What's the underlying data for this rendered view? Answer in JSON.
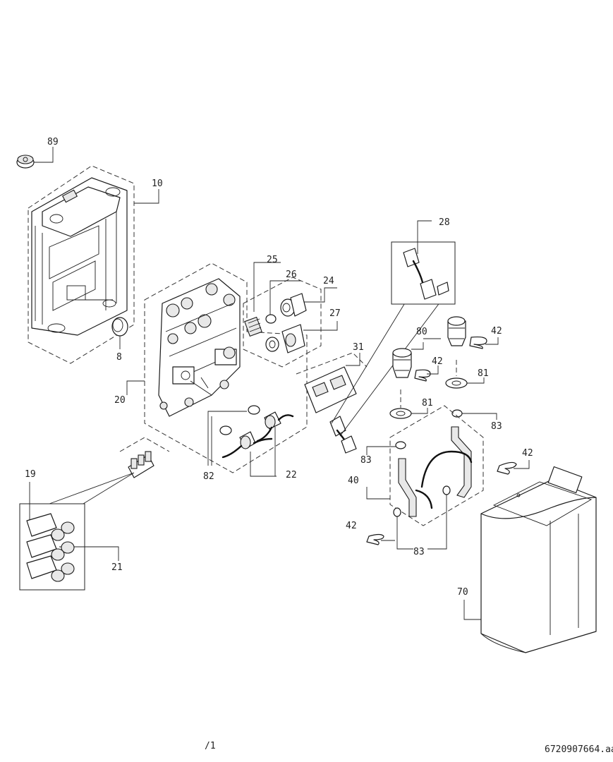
{
  "diagram": {
    "title": "Exploded parts view",
    "part_labels": {
      "p89": "89",
      "p10": "10",
      "p8": "8",
      "p25": "25",
      "p26": "26",
      "p24": "24",
      "p27": "27",
      "p20": "20",
      "p28": "28",
      "p31": "31",
      "p80": "80",
      "p42a": "42",
      "p42b": "42",
      "p81a": "81",
      "p81b": "81",
      "p83a": "83",
      "p83b": "83",
      "p83c": "83",
      "p82": "82",
      "p22": "22",
      "p19": "19",
      "p21": "21",
      "p40": "40",
      "p42c": "42",
      "p42d": "42",
      "p70": "70"
    },
    "page_marker": "/1",
    "document_code": "6720907664.aa"
  }
}
